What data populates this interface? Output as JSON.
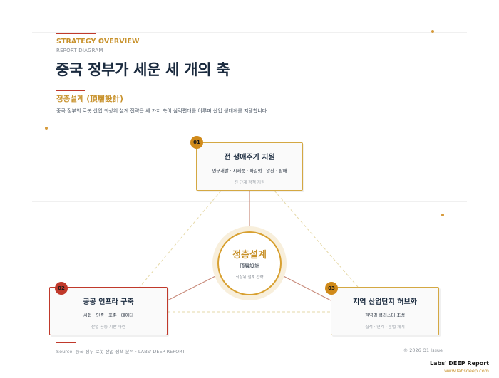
{
  "header": {
    "overview": "STRATEGY OVERVIEW",
    "report_type": "REPORT DIAGRAM",
    "title": "중국 정부가 세운 세 개의 축"
  },
  "section": {
    "heading": "정층설계 (頂層設計)",
    "description": "중국 정부의 로봇 산업 최상위 설계 전략은 세 가지 축이 삼각편대를 이루며 산업 생태계를 지탱합니다."
  },
  "center": {
    "title": "정층설계",
    "subtitle": "頂層設計",
    "caption": "최상위 설계 전략"
  },
  "nodes": [
    {
      "number": "01",
      "title": "전 생애주기 지원",
      "items": "연구개발 · 시제품 · 파일럿 · 양산 · 판매",
      "caption": "전 단계 정책 지원",
      "accent": "#d08a1a"
    },
    {
      "number": "02",
      "title": "공공 인프라 구축",
      "items": "시험 · 인증 · 표준 · 데이터",
      "caption": "산업 공동 기반 마련",
      "accent": "#c0392b"
    },
    {
      "number": "03",
      "title": "지역 산업단지 허브화",
      "items": "권역별 클러스터 조성",
      "caption": "집적 · 연계 · 분업 체계",
      "accent": "#d08a1a"
    }
  ],
  "footer": {
    "source": "Source: 중국 정부 로봇 산업 정책 분석 · LABS' DEEP REPORT",
    "issue": "© 2026 Q1 Issue",
    "brand": "Labs' DEEP Report",
    "url": "www.labsdeep.com"
  },
  "colors": {
    "gold": "#c8922c",
    "red": "#c0392b",
    "navy": "#1a2a3e"
  }
}
